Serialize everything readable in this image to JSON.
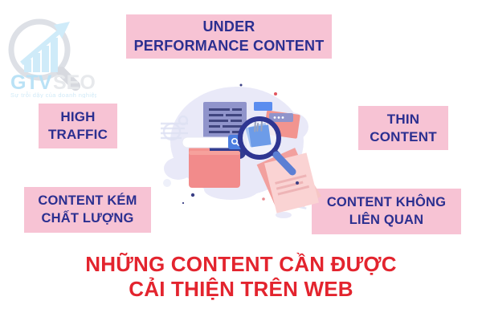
{
  "logo": {
    "brand_primary": "GTV",
    "brand_secondary": "SEO",
    "tagline": "Sự trỗi dậy của doanh nghiệp"
  },
  "boxes": {
    "top": {
      "lines": [
        "UNDER",
        "PERFORMANCE CONTENT"
      ]
    },
    "left": {
      "lines": [
        "HIGH",
        "TRAFFIC"
      ]
    },
    "right": {
      "lines": [
        "THIN",
        "CONTENT"
      ]
    },
    "bottom_left": {
      "lines": [
        "CONTENT KÉM",
        "CHẤT LƯỢNG"
      ]
    },
    "bottom_right": {
      "lines": [
        "CONTENT KHÔNG",
        "LIÊN QUAN"
      ]
    }
  },
  "title": {
    "lines": [
      "NHỮNG CONTENT CẦN ĐƯỢC",
      "CẢI THIỆN TRÊN WEB"
    ]
  },
  "colors": {
    "box-bg": "#f7c3d4",
    "box-text": "#2b2f90",
    "title-text": "#e3242e",
    "blob": "#e9e9f8",
    "accent-navy": "#2e3692",
    "accent-blue": "#5b7fd4",
    "accent-salmon": "#f28b8b"
  }
}
